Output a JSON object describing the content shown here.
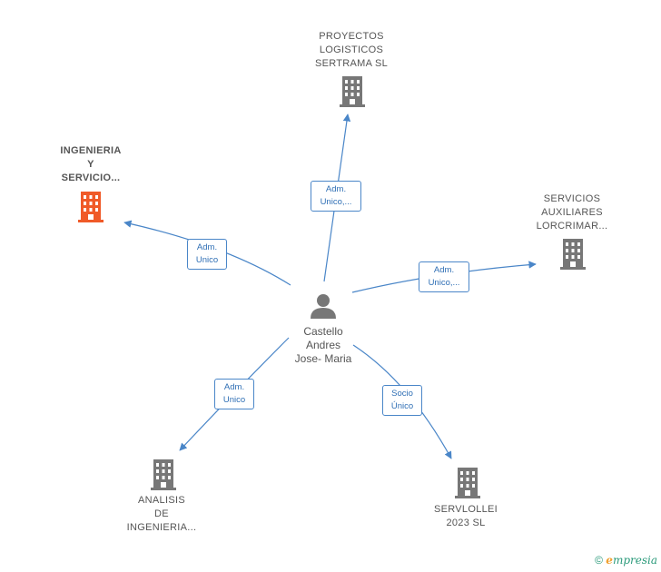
{
  "center": {
    "name_lines": [
      "Castello",
      "Andres",
      "Jose- Maria"
    ],
    "icon": "person-icon"
  },
  "companies": [
    {
      "id": "proyectos",
      "lines": [
        "PROYECTOS",
        "LOGISTICOS",
        "SERTRAMA  SL"
      ],
      "color": "#777777",
      "highlight": false
    },
    {
      "id": "ingenieria",
      "lines": [
        "INGENIERIA",
        "Y",
        "SERVICIO..."
      ],
      "color": "#f05a28",
      "highlight": true
    },
    {
      "id": "servicios",
      "lines": [
        "SERVICIOS",
        "AUXILIARES",
        "LORCRIMAR..."
      ],
      "color": "#777777",
      "highlight": false
    },
    {
      "id": "analisis",
      "lines": [
        "ANALISIS",
        "DE",
        "INGENIERIA..."
      ],
      "color": "#777777",
      "highlight": false
    },
    {
      "id": "servlollei",
      "lines": [
        "SERVLOLLEI",
        "2023  SL"
      ],
      "color": "#777777",
      "highlight": false
    }
  ],
  "edges": [
    {
      "target": "proyectos",
      "label_lines": [
        "Adm.",
        "Unico,..."
      ]
    },
    {
      "target": "ingenieria",
      "label_lines": [
        "Adm.",
        "Unico"
      ]
    },
    {
      "target": "servicios",
      "label_lines": [
        "Adm.",
        "Unico,..."
      ]
    },
    {
      "target": "analisis",
      "label_lines": [
        "Adm.",
        "Unico"
      ]
    },
    {
      "target": "servlollei",
      "label_lines": [
        "Socio",
        "Único"
      ]
    }
  ],
  "colors": {
    "edge": "#4a86c8",
    "building": "#777777",
    "building_highlight": "#f05a28",
    "person": "#777777"
  },
  "footer": {
    "copyright": "©",
    "brand_initial": "e",
    "brand_rest": "mpresia"
  }
}
